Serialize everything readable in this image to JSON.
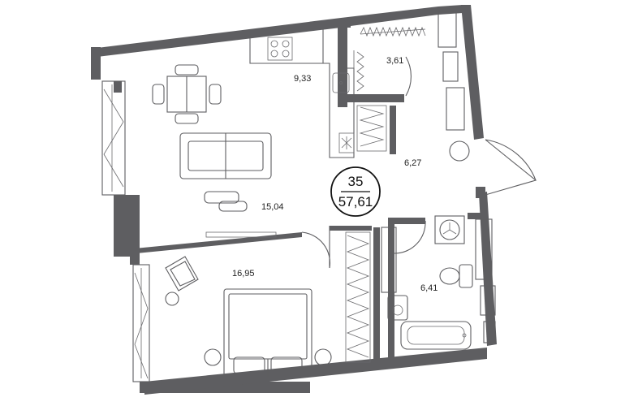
{
  "apartment": {
    "number": "35",
    "total_area": "57,61"
  },
  "rooms": {
    "kitchen": "9,33",
    "closet": "3,61",
    "hall": "6,27",
    "living": "15,04",
    "bedroom": "16,95",
    "bathroom": "6,41"
  },
  "colors": {
    "wall": "#5e5e61",
    "line": "#5e5e61",
    "background": "#ffffff"
  }
}
